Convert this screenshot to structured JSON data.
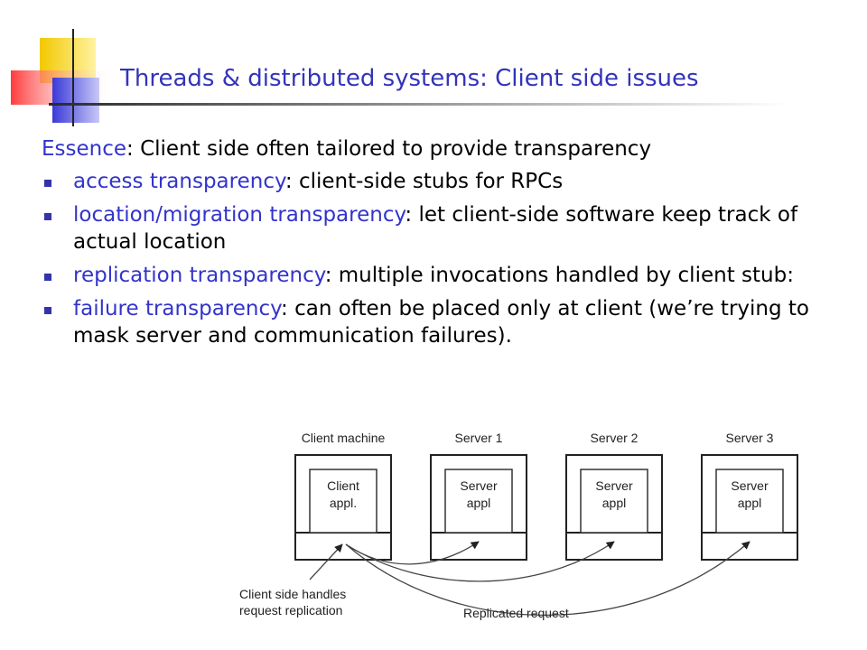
{
  "slide": {
    "title": "Threads & distributed systems: Client side issues",
    "essence": {
      "term": "Essence",
      "text": ": Client side often tailored to provide transparency"
    },
    "bullets": [
      {
        "term": "access transparency",
        "text": ": client-side stubs for RPCs"
      },
      {
        "term": "location/migration transparency",
        "text": ": let client-side software keep track of actual location"
      },
      {
        "term": "replication transparency",
        "text": ": multiple invocations handled by client stub:"
      },
      {
        "term": "failure transparency",
        "text": ": can often be placed only at client (we’re trying to mask server and communication failures)."
      }
    ]
  },
  "diagram": {
    "machines": [
      {
        "heading": "Client machine",
        "line1": "Client",
        "line2": "appl."
      },
      {
        "heading": "Server 1",
        "line1": "Server",
        "line2": "appl"
      },
      {
        "heading": "Server 2",
        "line1": "Server",
        "line2": "appl"
      },
      {
        "heading": "Server 3",
        "line1": "Server",
        "line2": "appl"
      }
    ],
    "client_note_line1": "Client side handles",
    "client_note_line2": "request replication",
    "replicated_label": "Replicated request"
  },
  "colors": {
    "title": "#3333bb",
    "accent": "#3333cc",
    "bullet": "#3333aa",
    "deco_yellow": "#f5d000",
    "deco_red": "#ff4f4f",
    "deco_blue": "#4848dd"
  }
}
